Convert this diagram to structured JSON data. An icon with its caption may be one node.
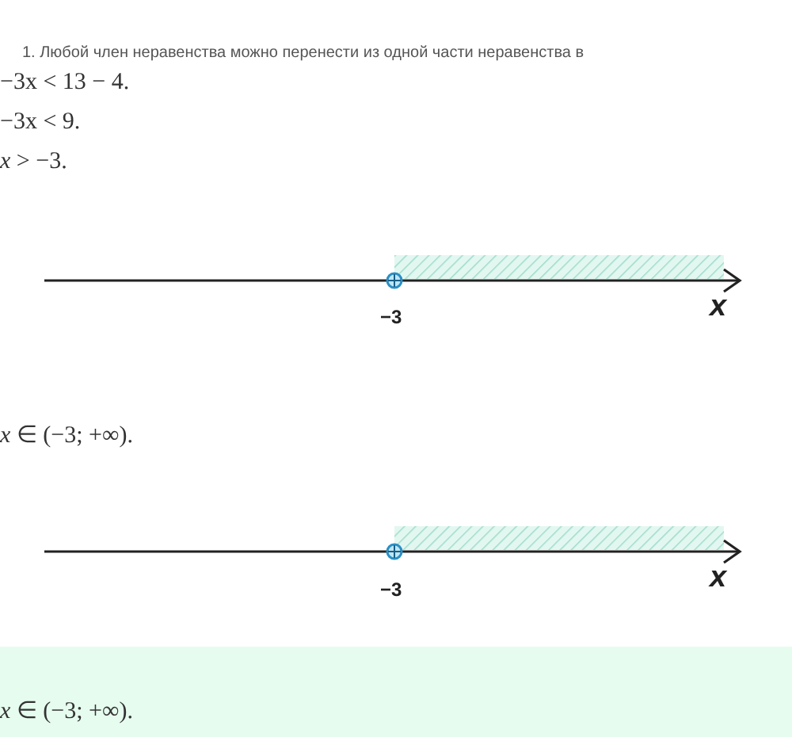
{
  "diagram": {
    "labels": [
      "1. Любой член неравенства можно перенести из одной части неравенства в",
      "−3x < 13 − 4.",
      "−3x < 9.",
      "*x* > −3.",
      "−3",
      "x",
      "*x* ∈ (−3;  +∞).",
      "−3",
      "x",
      "*x* ∈ (−3;  +∞)."
    ]
  }
}
